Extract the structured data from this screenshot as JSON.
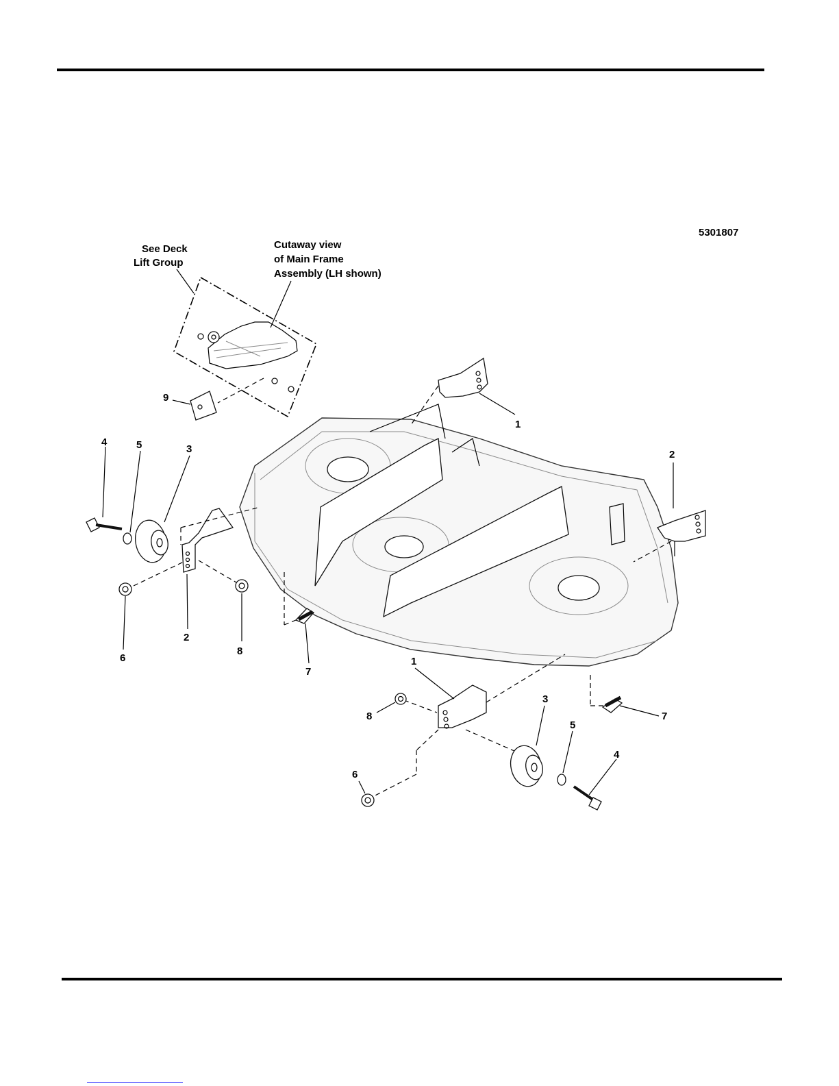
{
  "figure_id": "5301807",
  "notes": {
    "deck_lift": [
      "See Deck",
      "Lift Group"
    ],
    "cutaway": [
      "Cutaway view",
      "of Main Frame",
      "Assembly (LH shown)"
    ]
  },
  "callouts": {
    "upper_right_bracket": "1",
    "right_bracket": "2",
    "left_gauge_bracket": "2",
    "left_wheel": "3",
    "left_bolt": "4",
    "left_washer": "5",
    "left_nut_lower": "6",
    "left_carriage_bolt": "7",
    "left_nut_right": "8",
    "cutaway_plate": "9",
    "front_bracket": "1",
    "front_nut_8": "8",
    "front_wheel": "3",
    "front_washer": "5",
    "front_bolt": "4",
    "front_carriage_bolt": "7",
    "front_nut_6": "6"
  },
  "colors": {
    "rule": "#000000",
    "link": "#2a2aff"
  }
}
